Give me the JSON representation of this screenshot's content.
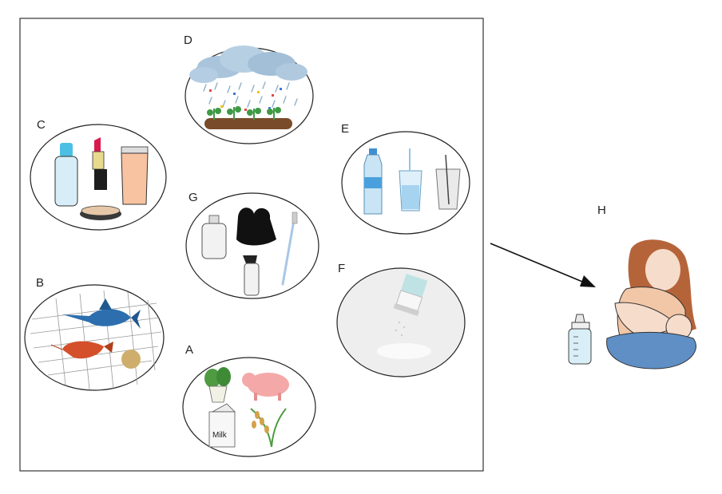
{
  "panel_labels": {
    "a": "A",
    "b": "B",
    "c": "C",
    "d": "D",
    "e": "E",
    "f": "F",
    "g": "G",
    "h": "H"
  },
  "milk_carton_text": "Milk",
  "colors": {
    "frame": "#333333",
    "cloud": "#a9c4db",
    "soil": "#7a4b2a",
    "fish": "#2d6fae",
    "shrimp": "#d4502a",
    "salt_bg": "#eeeeee",
    "mother_skin": "#f6dccb",
    "mother_hair": "#b5643a",
    "blanket": "#5f8fc4"
  },
  "icons": {
    "a": [
      "bok-choy-icon",
      "pig-icon",
      "milk-carton-icon",
      "rice-plant-icon"
    ],
    "b": [
      "marlin-icon",
      "shrimp-icon",
      "scallop-icon"
    ],
    "c": [
      "bottle-icon",
      "lipstick-icon",
      "cream-tube-icon",
      "compact-icon"
    ],
    "d": [
      "rain-cloud-icon",
      "crops-icon"
    ],
    "e": [
      "water-bottle-icon",
      "water-glass-icon",
      "plastic-cup-icon"
    ],
    "f": [
      "salt-shaker-icon"
    ],
    "g": [
      "detergent-bottle-icon",
      "plastic-bag-icon",
      "spray-bottle-icon",
      "toothbrush-icon"
    ],
    "h": [
      "baby-bottle-icon",
      "breastfeeding-mother-icon"
    ]
  }
}
